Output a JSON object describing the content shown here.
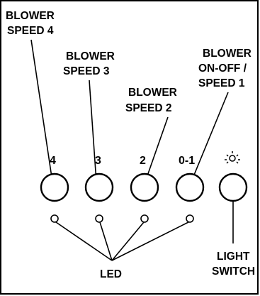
{
  "labels": {
    "speed4_line1": "BLOWER",
    "speed4_line2": "SPEED 4",
    "speed3_line1": "BLOWER",
    "speed3_line2": "SPEED 3",
    "speed2_line1": "BLOWER",
    "speed2_line2": "SPEED 2",
    "speed1_line1": "BLOWER",
    "speed1_line2": "ON-OFF /",
    "speed1_line3": "SPEED 1",
    "led": "LED",
    "light_line1": "LIGHT",
    "light_line2": "SWITCH"
  },
  "buttons": {
    "speed4": "4",
    "speed3": "3",
    "speed2": "2",
    "speed1": "0-1"
  },
  "icons": {
    "light_symbol": "light-bulb-rays-icon"
  }
}
